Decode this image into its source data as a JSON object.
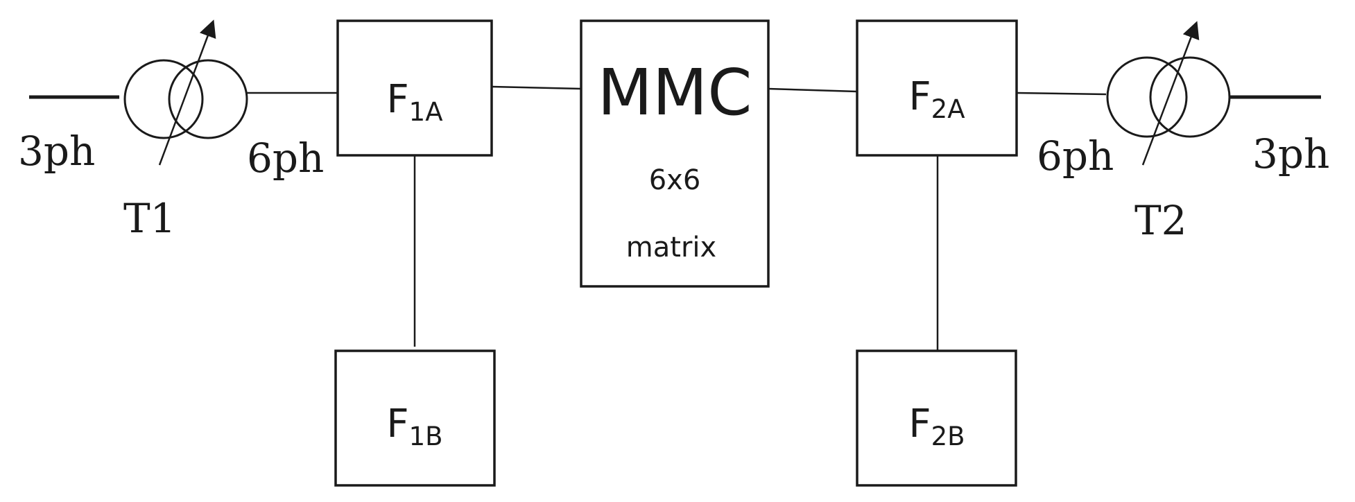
{
  "left": {
    "grid_label": "3ph",
    "six_phase_label": "6ph",
    "transformer_label": "T1"
  },
  "right": {
    "grid_label": "3ph",
    "six_phase_label": "6ph",
    "transformer_label": "T2"
  },
  "filters": {
    "f1a": {
      "main": "F",
      "sub": "1A"
    },
    "f1b": {
      "main": "F",
      "sub": "1B"
    },
    "f2a": {
      "main": "F",
      "sub": "2A"
    },
    "f2b": {
      "main": "F",
      "sub": "2B"
    }
  },
  "converter": {
    "title": "MMC",
    "size": "6x6",
    "type": "matrix"
  }
}
